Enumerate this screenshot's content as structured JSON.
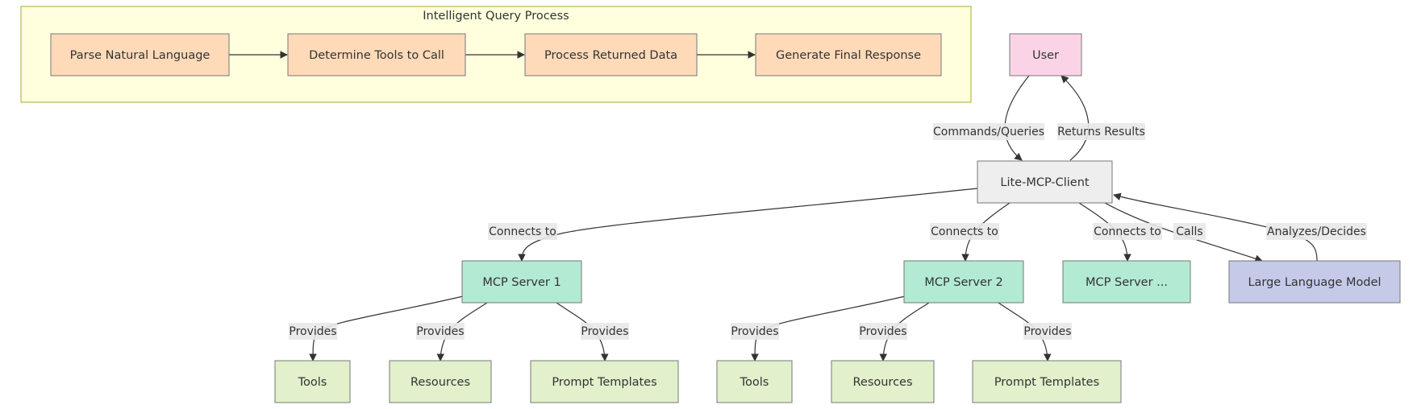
{
  "colors": {
    "cluster_fill": "#ffffde",
    "cluster_stroke": "#aaaa33",
    "process_fill": "#ffdab9",
    "user_fill": "#fad4e6",
    "client_fill": "#eeeeee",
    "server_fill": "#b3ead4",
    "llm_fill": "#c5cae9",
    "resource_fill": "#e2f0cb",
    "node_stroke": "#777777",
    "edge": "#333333"
  },
  "cluster": {
    "title": "Intelligent Query Process"
  },
  "nodes": {
    "parse": "Parse Natural Language",
    "determine": "Determine Tools to Call",
    "process": "Process Returned Data",
    "generate": "Generate Final Response",
    "user": "User",
    "client": "Lite-MCP-Client",
    "server1": "MCP Server 1",
    "server2": "MCP Server 2",
    "server3": "MCP Server ...",
    "llm": "Large Language Model",
    "tools1": "Tools",
    "resources1": "Resources",
    "prompts1": "Prompt Templates",
    "tools2": "Tools",
    "resources2": "Resources",
    "prompts2": "Prompt Templates"
  },
  "edge_labels": {
    "commands": "Commands/Queries",
    "returns": "Returns Results",
    "connects1": "Connects to",
    "connects2": "Connects to",
    "connects3": "Connects to",
    "calls": "Calls",
    "analyzes": "Analyzes/Decides",
    "provides_tools1": "Provides",
    "provides_resources1": "Provides",
    "provides_prompts1": "Provides",
    "provides_tools2": "Provides",
    "provides_resources2": "Provides",
    "provides_prompts2": "Provides"
  }
}
